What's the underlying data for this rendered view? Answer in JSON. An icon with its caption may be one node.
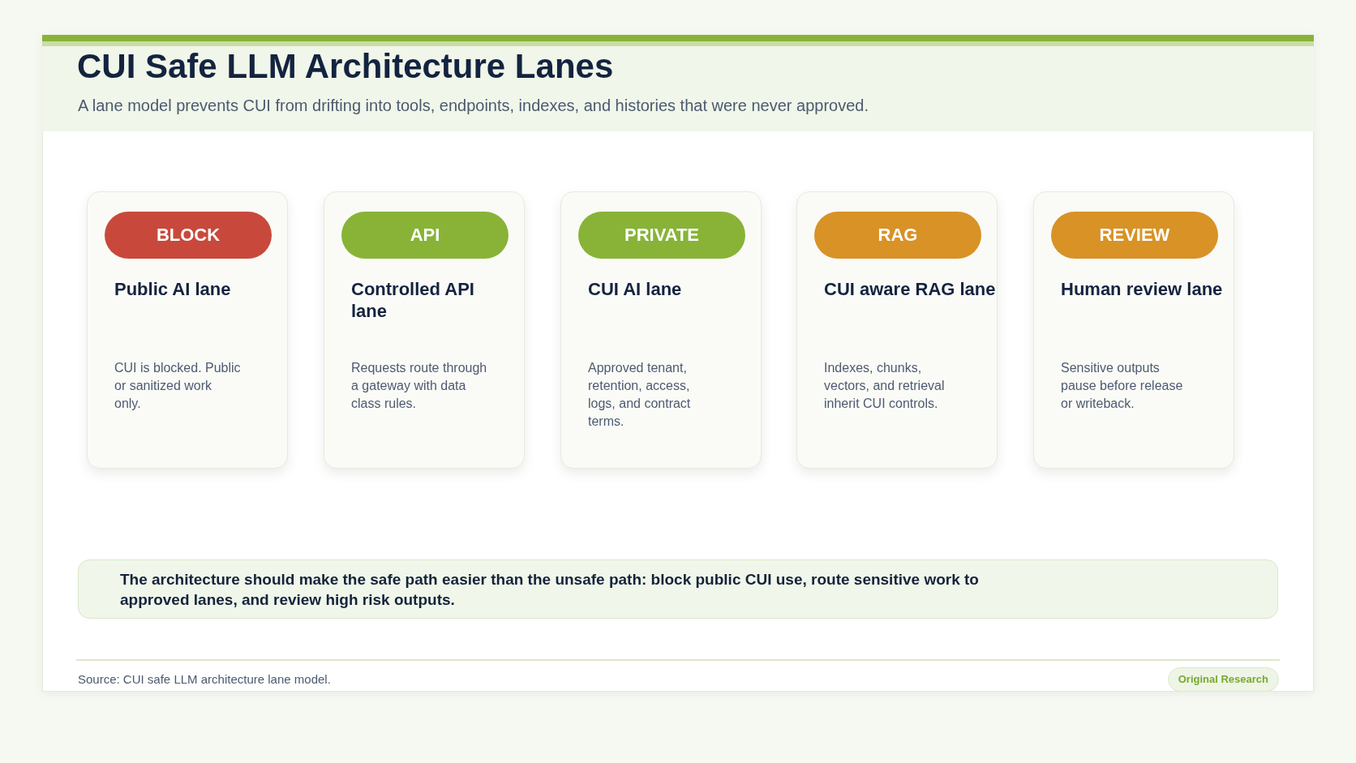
{
  "diagram": {
    "title": "CUI Safe LLM Architecture Lanes",
    "nodes": [
      {
        "text": [
          "Public AI lane",
          "CUI is blocked. Public or sanitized work only."
        ]
      },
      {
        "text": [
          "BLOCK"
        ],
        "in": 0
      },
      {
        "text": [
          "Controlled API lane",
          "Requests route through a gateway with data class rules."
        ]
      },
      {
        "text": [
          "API"
        ],
        "in": 2
      },
      {
        "text": [
          "CUI AI lane",
          "Approved tenant, retention, access, logs, and contract terms."
        ]
      },
      {
        "text": [
          "PRIVATE"
        ],
        "in": 4
      },
      {
        "text": [
          "CUI aware RAG lane",
          "Indexes, chunks, vectors, and retrieval inherit CUI controls."
        ]
      },
      {
        "text": [
          "RAG"
        ],
        "in": 6
      },
      {
        "text": [
          "Human review lane",
          "Sensitive outputs pause before release or writeback."
        ]
      },
      {
        "text": [
          "REVIEW"
        ],
        "in": 8
      },
      {
        "text": [
          "The architecture should make the safe path easier than the unsafe path: block public CUI use, route sensitive work to approved lanes, and review high risk outputs."
        ]
      },
      {
        "text": [
          "Original Research"
        ]
      }
    ],
    "labels": [
      "A lane model prevents CUI from drifting into tools, endpoints, indexes, and histories that were never approved.",
      "Source: CUI safe LLM architecture lane model."
    ]
  }
}
